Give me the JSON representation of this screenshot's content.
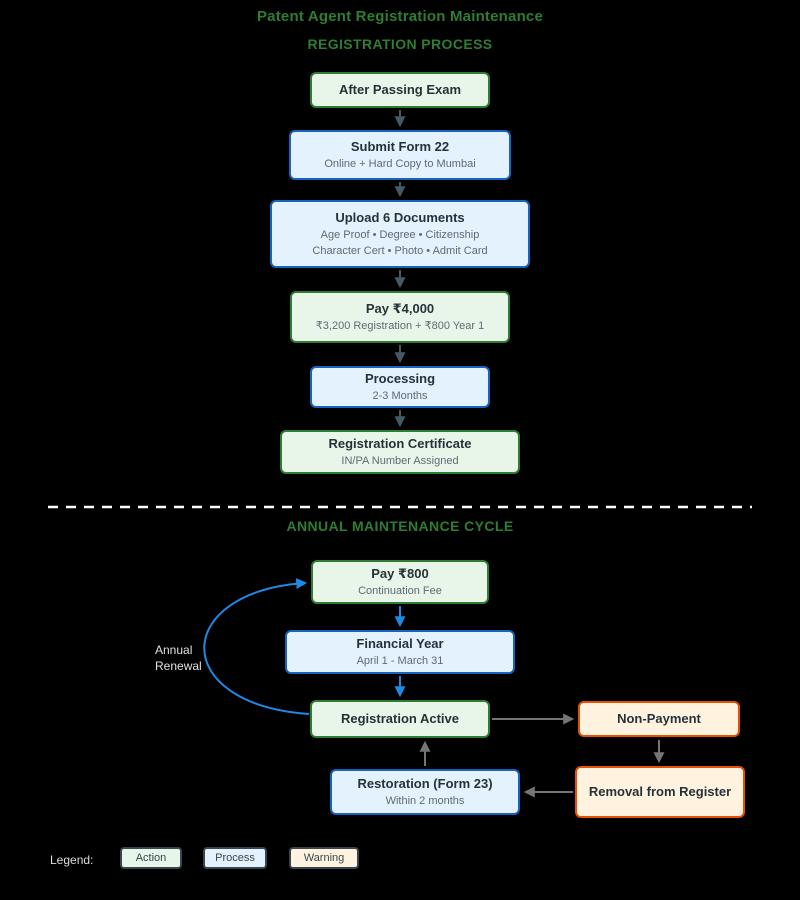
{
  "page": {
    "title": "Patent Agent Registration Maintenance"
  },
  "colors": {
    "background": "#000000",
    "heading_green": "#2e7d32",
    "action_fill": "#e8f5e9",
    "action_border": "#2e7d32",
    "process_fill": "#e3f2fd",
    "process_border": "#1565c0",
    "warning_fill": "#fff3e0",
    "warning_border": "#e65100",
    "flow_arrow_dark": "#455a64",
    "cycle_arrow_blue": "#1e88e5",
    "cycle_arrow_gray": "#757575",
    "divider": "#ffffff"
  },
  "registration": {
    "heading": "REGISTRATION PROCESS",
    "steps": [
      {
        "type": "action",
        "title": "After Passing Exam"
      },
      {
        "type": "process",
        "title": "Submit Form 22",
        "subtitle": "Online + Hard Copy to Mumbai"
      },
      {
        "type": "process",
        "title": "Upload 6 Documents",
        "subtitle": "Age Proof • Degree • Citizenship",
        "subtitle2": "Character Cert • Photo • Admit Card"
      },
      {
        "type": "action",
        "title": "Pay ₹4,000",
        "subtitle": "₹3,200 Registration + ₹800 Year 1"
      },
      {
        "type": "process",
        "title": "Processing",
        "subtitle": "2-3 Months"
      },
      {
        "type": "action",
        "title": "Registration Certificate",
        "subtitle": "IN/PA Number Assigned"
      }
    ]
  },
  "maintenance": {
    "heading": "ANNUAL MAINTENANCE CYCLE",
    "pay_fee": {
      "type": "action",
      "title": "Pay ₹800",
      "subtitle": "Continuation Fee"
    },
    "financial_year": {
      "type": "process",
      "title": "Financial Year",
      "subtitle": "April 1 - March 31"
    },
    "active": {
      "type": "action",
      "title": "Registration Active"
    },
    "non_payment": {
      "type": "warning",
      "title": "Non-Payment"
    },
    "restoration": {
      "type": "process",
      "title": "Restoration (Form 23)",
      "subtitle": "Within 2 months"
    },
    "removal": {
      "type": "warning",
      "title": "Removal from Register"
    },
    "renewal_label": "Annual Renewal"
  },
  "legend": {
    "label": "Legend:",
    "items": [
      {
        "type": "action",
        "label": "Action"
      },
      {
        "type": "process",
        "label": "Process"
      },
      {
        "type": "warning",
        "label": "Warning"
      }
    ]
  }
}
